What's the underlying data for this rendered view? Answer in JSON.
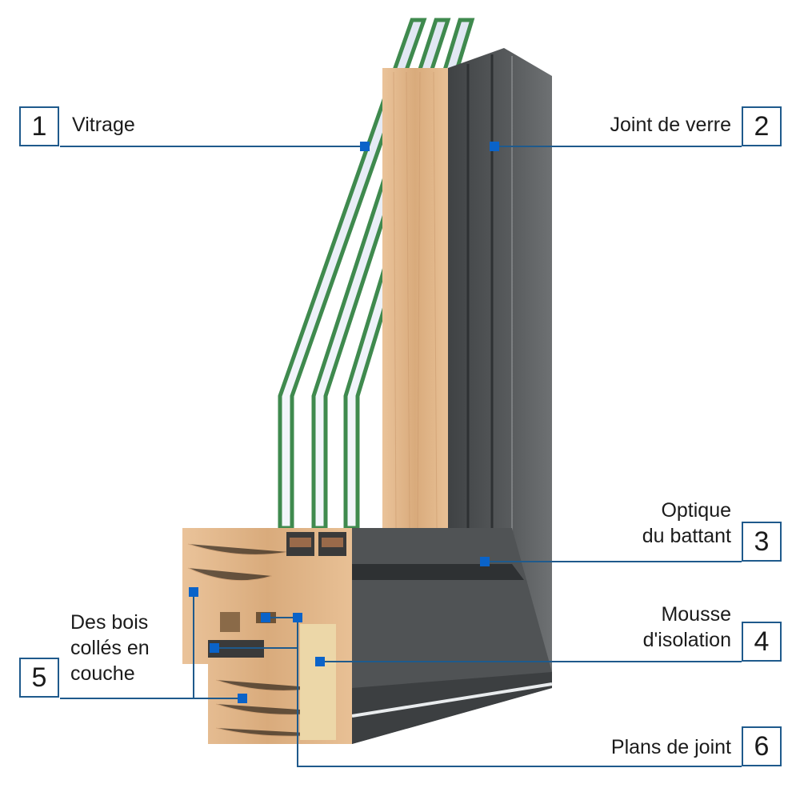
{
  "palette": {
    "leader": "#1f5a8c",
    "marker": "#0a63c9",
    "glass_edge": "#3f8a4e",
    "wood": "#e2b98d",
    "wood_dark": "#c99a6a",
    "aluminium": "#4a4d4f",
    "aluminium_light": "#6a6d6f",
    "foam": "#ecd7a8"
  },
  "callouts": [
    {
      "number": "1",
      "lines": [
        "Vitrage"
      ]
    },
    {
      "number": "2",
      "lines": [
        "Joint de verre"
      ]
    },
    {
      "number": "3",
      "lines": [
        "Optique",
        "du battant"
      ]
    },
    {
      "number": "4",
      "lines": [
        "Mousse",
        "d'isolation"
      ]
    },
    {
      "number": "5",
      "lines": [
        "Des bois",
        "collés en",
        "couche"
      ]
    },
    {
      "number": "6",
      "lines": [
        "Plans de joint"
      ]
    }
  ]
}
